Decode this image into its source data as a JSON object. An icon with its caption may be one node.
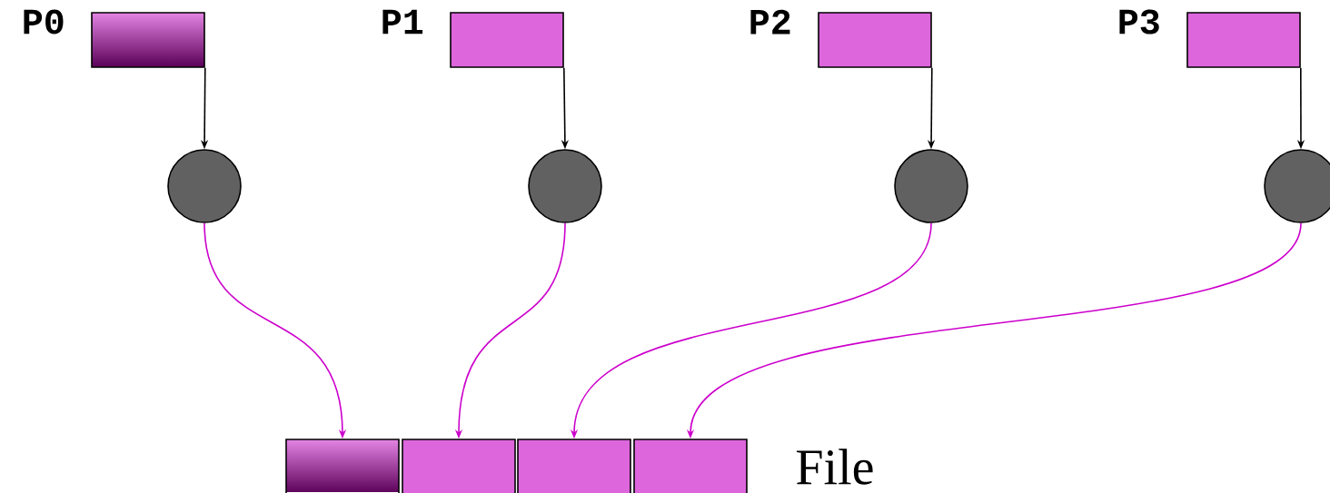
{
  "diagram": {
    "nodes": [
      {
        "text": [
          "P0"
        ]
      },
      {
        "text": [
          "P1"
        ]
      },
      {
        "text": [
          "P2"
        ]
      },
      {
        "text": [
          "P3"
        ]
      },
      {
        "text": [],
        "shape": "circle"
      },
      {
        "text": [],
        "shape": "circle"
      },
      {
        "text": [],
        "shape": "circle"
      },
      {
        "text": [],
        "shape": "circle"
      },
      {
        "text": [],
        "shape": "box"
      },
      {
        "text": [],
        "shape": "box"
      },
      {
        "text": [],
        "shape": "box"
      },
      {
        "text": [],
        "shape": "box"
      }
    ],
    "edges": [
      {
        "from": 0,
        "to": 4,
        "arrow": "to"
      },
      {
        "from": 1,
        "to": 5,
        "arrow": "to"
      },
      {
        "from": 2,
        "to": 6,
        "arrow": "to"
      },
      {
        "from": 3,
        "to": 7,
        "arrow": "to"
      },
      {
        "from": 4,
        "to": 8,
        "arrow": "to",
        "color": "#cc00cc"
      },
      {
        "from": 5,
        "to": 9,
        "arrow": "to",
        "color": "#cc00cc"
      },
      {
        "from": 6,
        "to": 10,
        "arrow": "to",
        "color": "#cc00cc"
      },
      {
        "from": 7,
        "to": 11,
        "arrow": "to",
        "color": "#cc00cc"
      }
    ],
    "labels": [
      "File"
    ]
  }
}
